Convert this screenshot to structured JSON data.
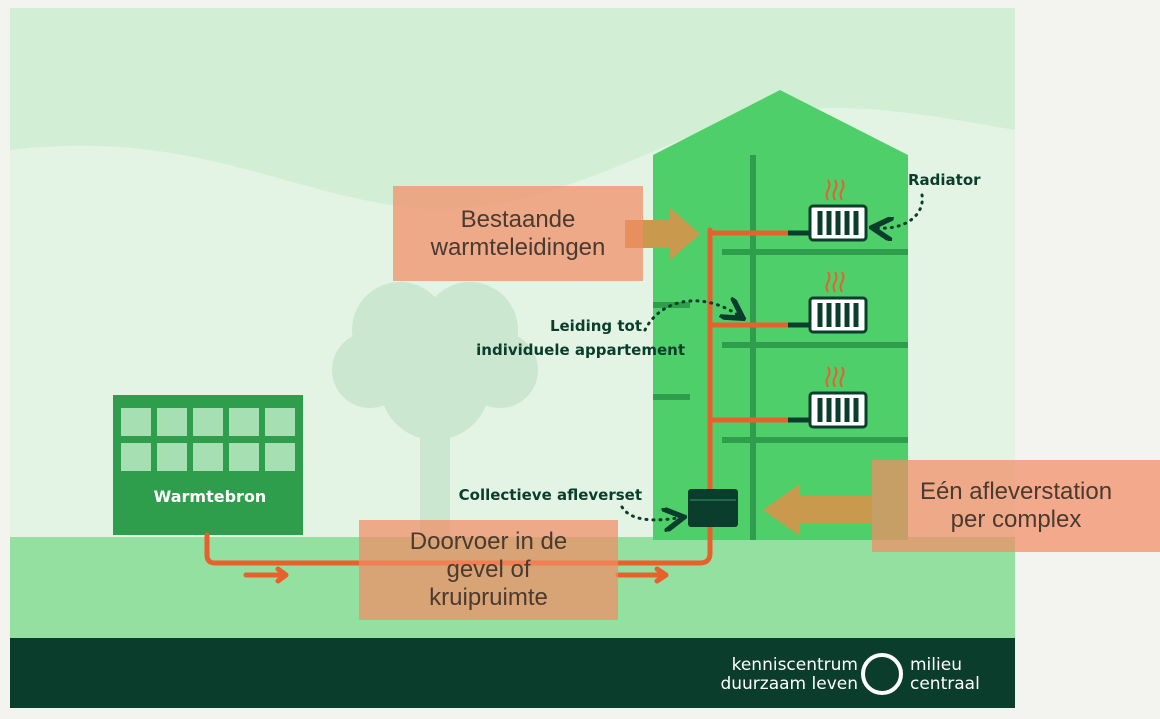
{
  "colors": {
    "sky": "#e3f4e4",
    "ground": "#93e0a0",
    "footer": "#0b3d2c",
    "building": "#4fcf6a",
    "heatsource": "#2f9e4c",
    "pipe": "#e8602c",
    "dark_text": "#0b3d2c",
    "callout": "#f38c64",
    "arrow_tan": "#c99a4e"
  },
  "labels": {
    "radiator": "Radiator",
    "leiding_line1": "Leiding tot",
    "leiding_line2": "individuele appartement",
    "collectieve": "Collectieve afleverset",
    "warmtebron": "Warmtebron"
  },
  "callouts": {
    "bestaande": [
      "Bestaande",
      "warmteleidingen"
    ],
    "doorvoer": [
      "Doorvoer in de",
      "gevel of",
      "kruipruimte"
    ],
    "een": [
      "Eén afleverstation",
      "per complex"
    ]
  },
  "icons": {
    "radiator": "radiator-icon",
    "heat": "heat-waves-icon",
    "afleverset": "delivery-set-box-icon",
    "tree": "tree-icon",
    "logo": "milieu-centraal-logo"
  },
  "logo": {
    "left_line1": "kenniscentrum",
    "left_line2": "duurzaam leven",
    "right_line1": "milieu",
    "right_line2": "centraal"
  }
}
